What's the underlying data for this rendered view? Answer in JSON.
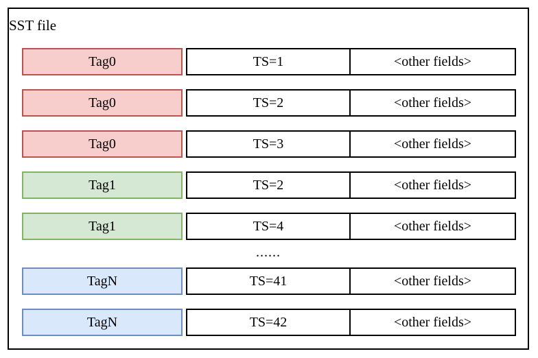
{
  "diagram": {
    "title": "SST file",
    "ellipsis": "......",
    "rows": [
      {
        "tag": "Tag0",
        "ts": "TS=1",
        "other": "<other fields>",
        "fill": "#f8cecc",
        "stroke": "#b85450"
      },
      {
        "tag": "Tag0",
        "ts": "TS=2",
        "other": "<other fields>",
        "fill": "#f8cecc",
        "stroke": "#b85450"
      },
      {
        "tag": "Tag0",
        "ts": "TS=3",
        "other": "<other fields>",
        "fill": "#f8cecc",
        "stroke": "#b85450"
      },
      {
        "tag": "Tag1",
        "ts": "TS=2",
        "other": "<other fields>",
        "fill": "#d5e8d4",
        "stroke": "#82b366"
      },
      {
        "tag": "Tag1",
        "ts": "TS=4",
        "other": "<other fields>",
        "fill": "#d5e8d4",
        "stroke": "#82b366"
      },
      {
        "tag": "TagN",
        "ts": "TS=41",
        "other": "<other fields>",
        "fill": "#dae8fc",
        "stroke": "#6c8ebf"
      },
      {
        "tag": "TagN",
        "ts": "TS=42",
        "other": "<other fields>",
        "fill": "#dae8fc",
        "stroke": "#6c8ebf"
      }
    ],
    "colors": {
      "outline": "#000000",
      "background": "#ffffff",
      "tag0_fill": "#f8cecc",
      "tag0_stroke": "#b85450",
      "tag1_fill": "#d5e8d4",
      "tag1_stroke": "#82b366",
      "tagN_fill": "#dae8fc",
      "tagN_stroke": "#6c8ebf"
    }
  }
}
